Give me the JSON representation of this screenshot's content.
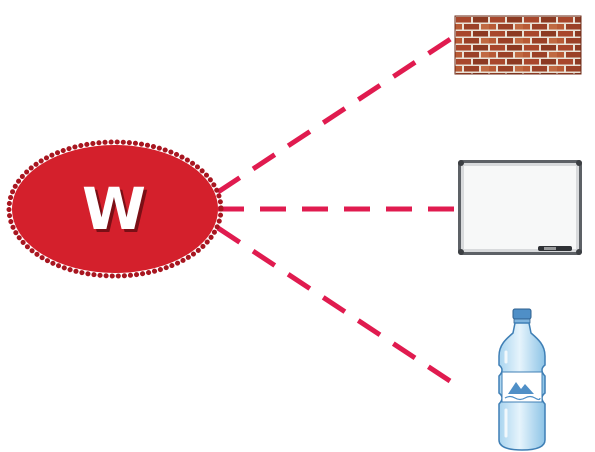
{
  "hub": {
    "letter": "W",
    "fill_color": "#d4202c",
    "edge_color": "#a81620",
    "letter_color": "#ffffff",
    "letter_shadow_color": "#7a0f16"
  },
  "connector": {
    "color": "#e01b4f",
    "style": "dashed"
  },
  "items": [
    {
      "name": "brick-wall",
      "icon": "brick-wall-icon"
    },
    {
      "name": "whiteboard",
      "icon": "whiteboard-icon"
    },
    {
      "name": "water-bottle",
      "icon": "water-bottle-icon"
    }
  ]
}
